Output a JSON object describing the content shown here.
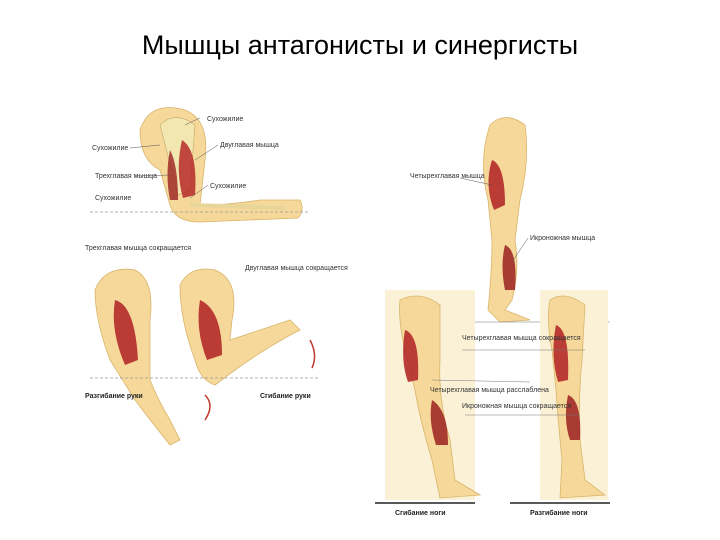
{
  "slide": {
    "title": "Мышцы антагонисты и синергисты"
  },
  "arm_top": {
    "labels": {
      "tendon_top": "Сухожилие",
      "tendon_left": "Сухожилие",
      "biceps": "Двуглавая мышца",
      "triceps": "Трехглавая мышца",
      "tendon_mid": "Сухожилие",
      "tendon_bottom": "Сухожилие"
    }
  },
  "arm_bottom": {
    "triceps_contracts": "Трехглавая мышца сокращается",
    "biceps_contracts": "Двуглавая мышца сокращается",
    "extension": "Разгибание руки",
    "flexion": "Сгибание руки"
  },
  "leg_top": {
    "quadriceps": "Четырехглавая мышца",
    "calf": "Икроножная мышца"
  },
  "leg_bottom": {
    "quadriceps_contracts": "Четырехглавая мышца сокращается",
    "quadriceps_relaxes": "Четырехглавая мышца расслаблена",
    "calf_contracts": "Икроножная мышца сокращается",
    "flexion": "Сгибание ноги",
    "extension": "Разгибание ноги"
  },
  "colors": {
    "skin": "#f6d99a",
    "bone": "#f3e7b0",
    "muscle": "#b52a2a",
    "line": "#555555"
  }
}
